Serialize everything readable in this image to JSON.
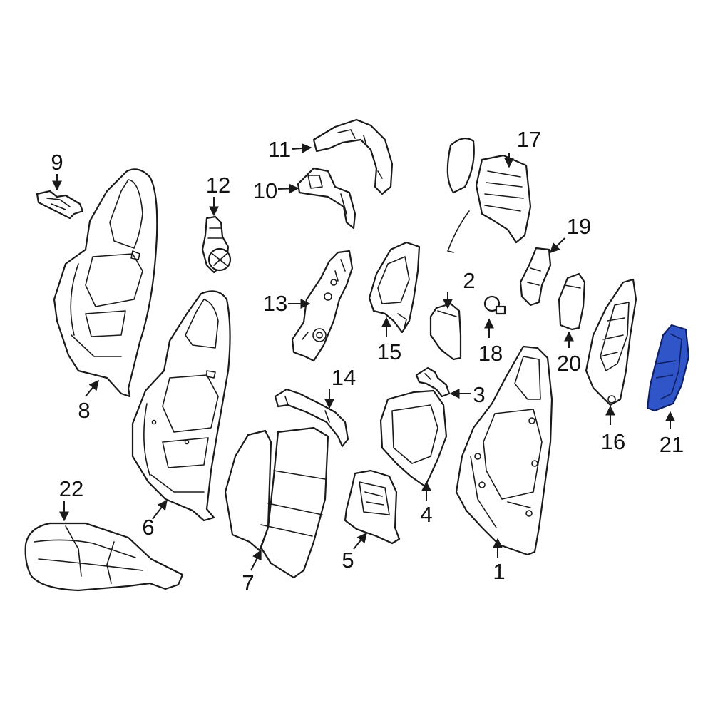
{
  "diagram": {
    "highlight_color": "#2f55c8",
    "highlighted_part": "21",
    "callouts": {
      "c1": "1",
      "c2": "2",
      "c3": "3",
      "c4": "4",
      "c5": "5",
      "c6": "6",
      "c7": "7",
      "c8": "8",
      "c9": "9",
      "c10": "10",
      "c11": "11",
      "c12": "12",
      "c13": "13",
      "c14": "14",
      "c15": "15",
      "c16": "16",
      "c17": "17",
      "c18": "18",
      "c19": "19",
      "c20": "20",
      "c21": "21",
      "c22": "22"
    }
  }
}
